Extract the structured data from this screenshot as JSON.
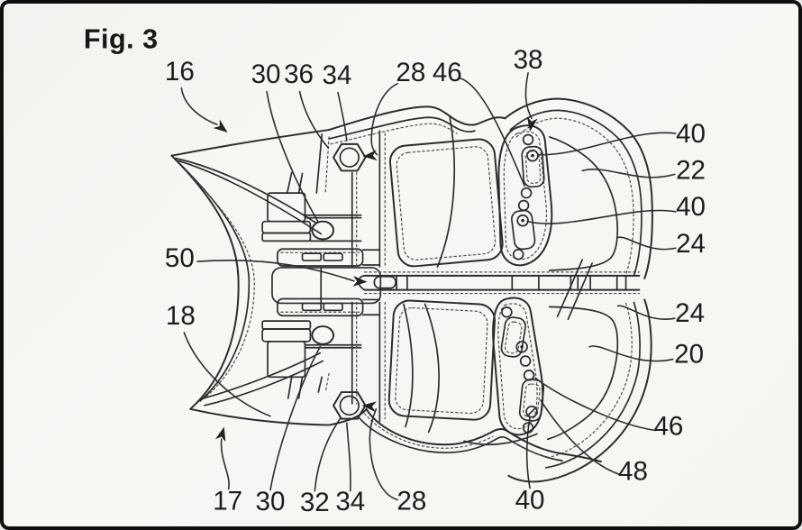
{
  "figure": {
    "title": "Fig. 3",
    "type": "patent-line-drawing",
    "colors": {
      "paper": "#f5f5f2",
      "ink": "#2b2b2b",
      "border": "#0f0f0f",
      "label_text": "#1d1d1d"
    },
    "labels": [
      {
        "id": "16",
        "text": "16"
      },
      {
        "id": "30-top",
        "text": "30"
      },
      {
        "id": "36",
        "text": "36"
      },
      {
        "id": "34-top",
        "text": "34"
      },
      {
        "id": "28-top",
        "text": "28"
      },
      {
        "id": "46-top",
        "text": "46"
      },
      {
        "id": "38",
        "text": "38"
      },
      {
        "id": "40-right-1",
        "text": "40"
      },
      {
        "id": "22",
        "text": "22"
      },
      {
        "id": "40-right-2",
        "text": "40"
      },
      {
        "id": "24-right-1",
        "text": "24"
      },
      {
        "id": "24-right-2",
        "text": "24"
      },
      {
        "id": "20",
        "text": "20"
      },
      {
        "id": "46-right",
        "text": "46"
      },
      {
        "id": "48",
        "text": "48"
      },
      {
        "id": "40-bottom",
        "text": "40"
      },
      {
        "id": "50",
        "text": "50"
      },
      {
        "id": "18",
        "text": "18"
      },
      {
        "id": "17",
        "text": "17"
      },
      {
        "id": "30-bottom",
        "text": "30"
      },
      {
        "id": "32",
        "text": "32"
      },
      {
        "id": "34-bottom",
        "text": "34"
      },
      {
        "id": "28-bottom",
        "text": "28"
      }
    ]
  }
}
